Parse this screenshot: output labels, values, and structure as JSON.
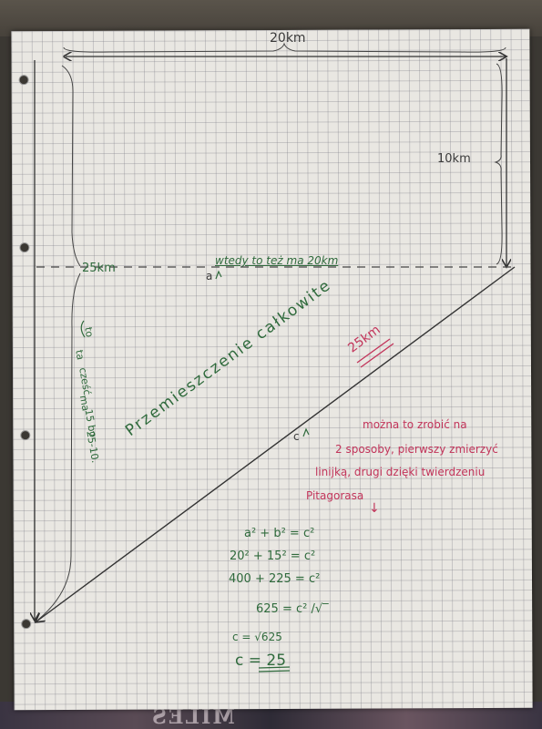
{
  "notes": {
    "top_width": "20km",
    "right_height": "10km",
    "left_mid": "25km",
    "dashed_note": "wtedy to też ma 20km",
    "label_a": "a",
    "label_c": "c",
    "side_note": [
      "to",
      "ta",
      "cześć",
      "ma",
      "15 bo",
      "25-10."
    ],
    "diagonal": "Przemieszczenie całkowite",
    "diagonal_value": "25km",
    "red_note": [
      "można to zrobić na",
      "2 sposoby, pierwszy zmierzyć",
      "linijką, drugi dzięki twierdzeniu",
      "Pitagorasa",
      "↓"
    ],
    "equations": [
      "a² + b² = c²",
      "20² + 15² = c²",
      "400 + 225 = c²",
      "625 = c² /√‾",
      "c = √625",
      "c = 25"
    ]
  },
  "fabric_text": "MILES",
  "colors": {
    "green_ink": "#2f6a3c",
    "black_ink": "#3a3a3a",
    "red_ink": "#c2345a",
    "paper": "#e9e7e2"
  }
}
